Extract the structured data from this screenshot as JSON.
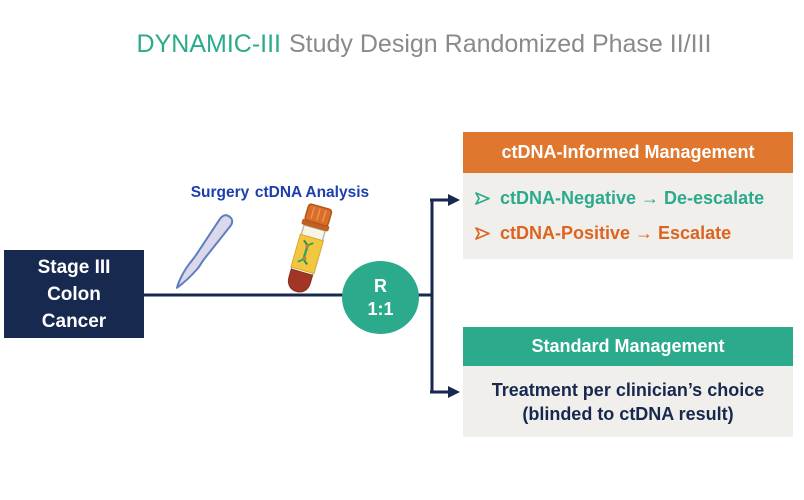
{
  "title": {
    "highlight": "DYNAMIC-III",
    "rest": "Study Design Randomized Phase II/III"
  },
  "patient_box": {
    "line1": "Stage III",
    "line2": "Colon",
    "line3": "Cancer"
  },
  "timeline": {
    "surgery_label": "Surgery",
    "ctdna_label": "ctDNA Analysis",
    "surgery_icon": "scalpel-icon",
    "ctdna_icon": "blood-tube-icon"
  },
  "randomization": {
    "letter": "R",
    "ratio": "1:1"
  },
  "arm_informed": {
    "header": "ctDNA-Informed Management",
    "bullet_negative": "ctDNA-Negative → De-escalate",
    "bullet_positive": "ctDNA-Positive → Escalate",
    "marker_icon": "chevron-arrowhead-icon"
  },
  "arm_standard": {
    "header": "Standard Management",
    "body_line1": "Treatment per clinician’s choice",
    "body_line2": "(blinded to ctDNA result)"
  },
  "colors": {
    "teal": "#2BAA8C",
    "orange_header": "#E0772F",
    "orange_bullet": "#DD6420",
    "navy": "#17294E",
    "label_blue": "#1C3EAE",
    "panel_gray": "#F0EFEC",
    "title_gray": "#8A8A8A"
  }
}
